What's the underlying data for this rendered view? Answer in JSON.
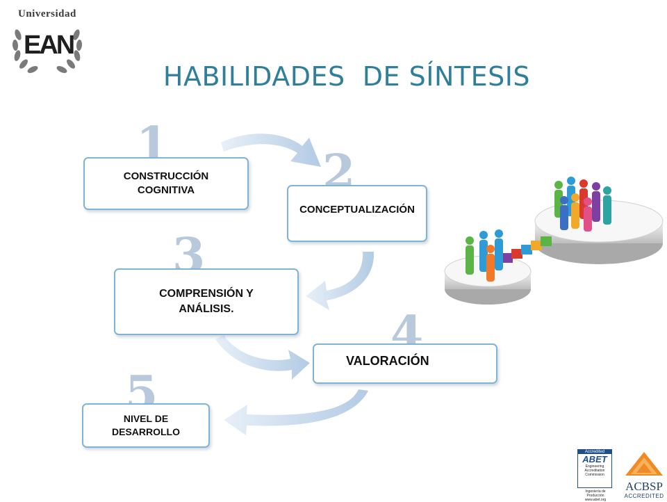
{
  "logo": {
    "line1": "Universidad",
    "line2": "EAN"
  },
  "title": "HABILIDADES  DE SÍNTESIS",
  "steps": [
    {
      "number": "1",
      "label_lines": [
        "CONSTRUCCIÓN",
        "COGNITIVA"
      ]
    },
    {
      "number": "2",
      "label_lines": [
        "CONCEPTUALIZACIÓN"
      ]
    },
    {
      "number": "3",
      "label_lines": [
        "COMPRENSIÓN Y",
        "ANÁLISIS."
      ]
    },
    {
      "number": "4",
      "label_lines": [
        "VALORACIÓN"
      ]
    },
    {
      "number": "5",
      "label_lines": [
        "NIVEL DE",
        "DESARROLLO"
      ]
    }
  ],
  "badges": {
    "abet": {
      "top": "Accredited",
      "brand": "ABET",
      "lines": [
        "Engineering",
        "Accreditation",
        "Commission"
      ],
      "program": "Ingeniería de Producción",
      "url": "www.abet.org"
    },
    "acbsp": {
      "brand": "ACBSP",
      "sub": "ACCREDITED"
    }
  },
  "colors": {
    "title": "#2f7f9a",
    "box_border": "#7fb4d6",
    "arrow": "#c8d8ea",
    "number": "#b9c9dc"
  }
}
